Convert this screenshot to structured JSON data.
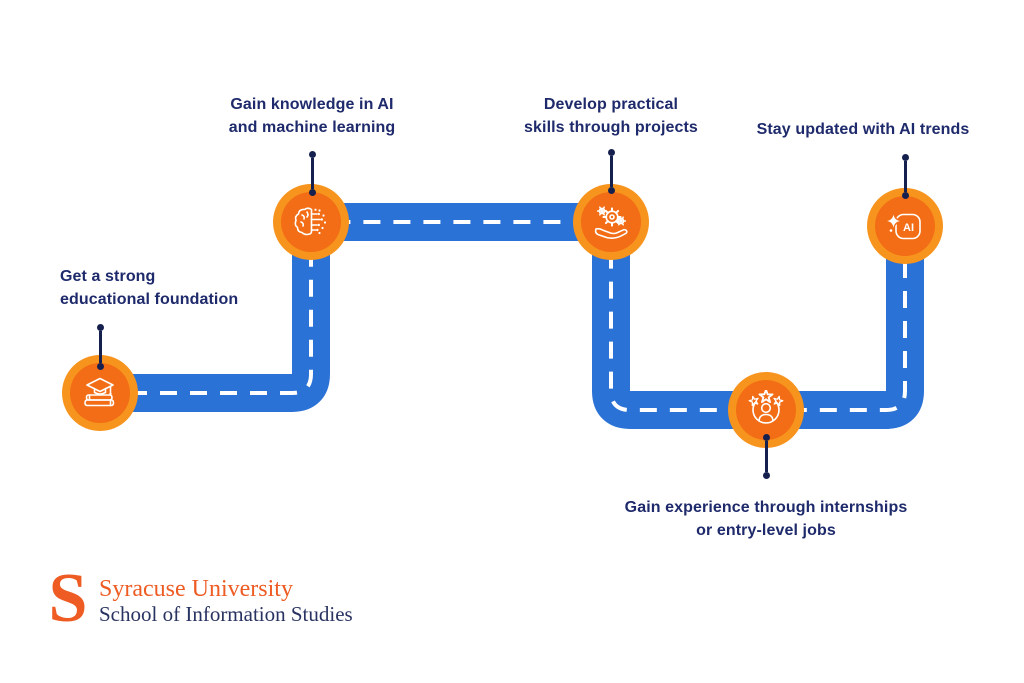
{
  "colors": {
    "road_blue": "#2B72D6",
    "dash_white": "#FFFFFF",
    "node_outer": "#F7941E",
    "node_inner": "#F26D15",
    "label_navy": "#1E2A6B",
    "pin_navy": "#16204E",
    "logo_orange": "#EE5B23",
    "logo_navy": "#293361",
    "bg": "#FFFFFF"
  },
  "steps": [
    {
      "line1": "Get a strong",
      "line2": "educational foundation",
      "icon": "graduation-cap-books-icon"
    },
    {
      "line1": "Gain knowledge in AI",
      "line2": "and machine learning",
      "icon": "brain-circuit-icon"
    },
    {
      "line1": "Develop practical",
      "line2": "skills through projects",
      "icon": "hand-gears-icon"
    },
    {
      "line1": "Gain experience through internships",
      "line2": "or entry-level jobs",
      "icon": "person-stars-icon"
    },
    {
      "line1": "Stay updated with AI trends",
      "line2": "",
      "icon": "ai-badge-sparkle-icon"
    }
  ],
  "footer": {
    "logo_letter": "S",
    "org_name": "Syracuse University",
    "org_unit": "School of Information Studies"
  }
}
